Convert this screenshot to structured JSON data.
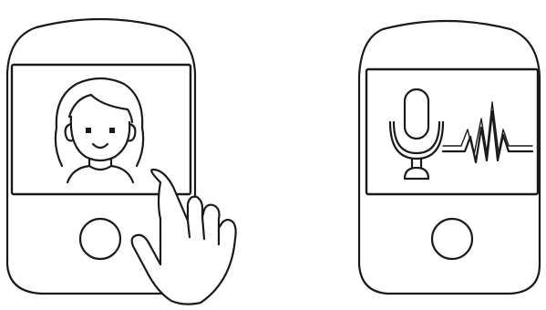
{
  "illustration": {
    "devices": [
      {
        "name": "left-device",
        "screen_content": "girl-face-icon",
        "overlay": "tapping-hand-icon",
        "home_button": "round-home-button"
      },
      {
        "name": "right-device",
        "screen_content": "microphone-icon",
        "secondary_content": "sound-wave-icon",
        "home_button": "round-home-button"
      }
    ],
    "colors": {
      "line": "#1a1a1a",
      "fill": "#ffffff"
    }
  }
}
